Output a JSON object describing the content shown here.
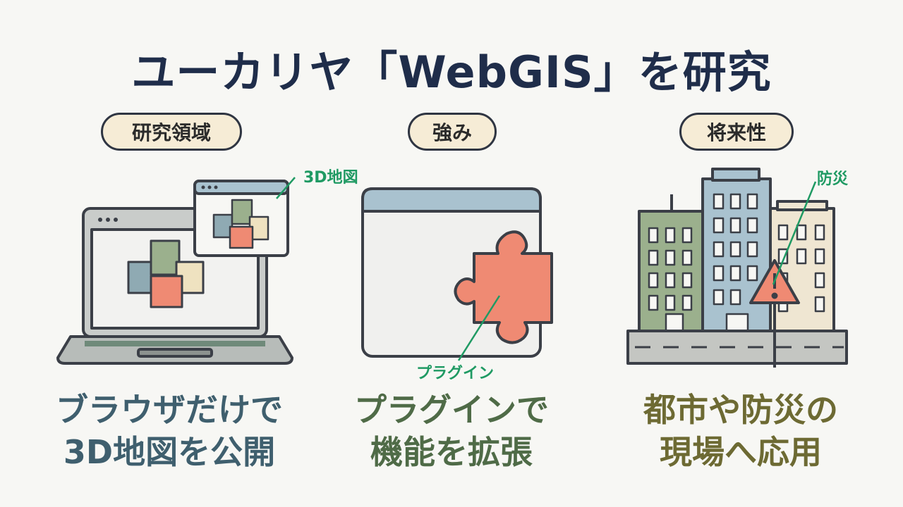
{
  "title": "ユーカリヤ「WebGIS」を研究",
  "columns": [
    {
      "heading": "研究領域",
      "callout": "3D地図",
      "caption_lines": [
        "ブラウザだけで",
        "3D地図を公開"
      ],
      "caption_color": "#3f5f6e"
    },
    {
      "heading": "強み",
      "callout": "プラグイン",
      "caption_lines": [
        "プラグインで",
        "機能を拡張"
      ],
      "caption_color": "#4f6b47"
    },
    {
      "heading": "将来性",
      "callout": "防災",
      "caption_lines": [
        "都市や防災の",
        "現場へ応用"
      ],
      "caption_color": "#6d6a33"
    }
  ],
  "colors": {
    "title": "#1f2d4a",
    "pill_bg": "#f6ecd6",
    "callout": "#1f9a63",
    "puzzle": "#ef8a73",
    "warning": "#ef8a73",
    "building_green": "#9bb08d",
    "building_blue": "#a9c2cf",
    "building_cream": "#efe6d2"
  },
  "icons": [
    "laptop-icon",
    "browser-window-icon",
    "3d-cubes-icon",
    "puzzle-piece-icon",
    "city-buildings-icon",
    "warning-sign-icon"
  ]
}
